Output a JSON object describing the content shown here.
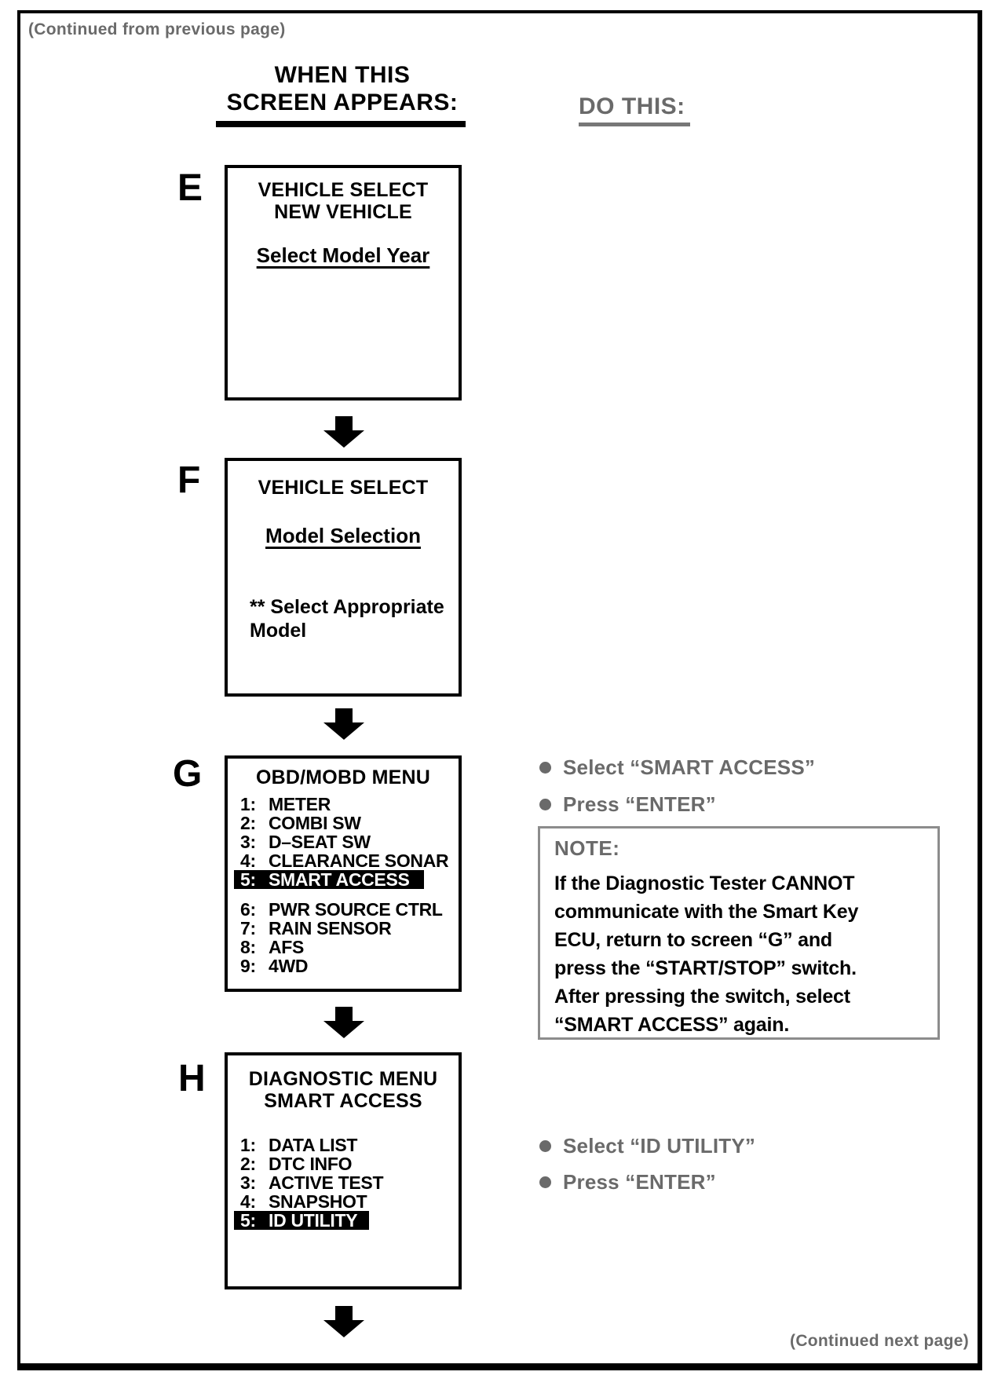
{
  "page": {
    "continued_from": "(Continued from previous page)",
    "continued_next": "(Continued next page)"
  },
  "headers": {
    "left_line1": "WHEN THIS",
    "left_line2": "SCREEN APPEARS:",
    "right": "DO THIS:"
  },
  "screens": {
    "e": {
      "letter": "E",
      "title1": "VEHICLE SELECT",
      "title2": "NEW VEHICLE",
      "link": "Select Model Year"
    },
    "f": {
      "letter": "F",
      "title1": "VEHICLE SELECT",
      "link": "Model Selection",
      "note_line1": "** Select Appropriate",
      "note_line2": "Model"
    },
    "g": {
      "letter": "G",
      "title1": "OBD/MOBD MENU",
      "menu": [
        {
          "num": "1:",
          "label": "METER",
          "highlighted": false
        },
        {
          "num": "2:",
          "label": "COMBI SW",
          "highlighted": false
        },
        {
          "num": "3:",
          "label": "D–SEAT SW",
          "highlighted": false
        },
        {
          "num": "4:",
          "label": "CLEARANCE SONAR",
          "highlighted": false
        },
        {
          "num": "5:",
          "label": "SMART ACCESS",
          "highlighted": true
        },
        {
          "num": "6:",
          "label": "PWR SOURCE CTRL",
          "highlighted": false
        },
        {
          "num": "7:",
          "label": "RAIN SENSOR",
          "highlighted": false
        },
        {
          "num": "8:",
          "label": "AFS",
          "highlighted": false
        },
        {
          "num": "9:",
          "label": "4WD",
          "highlighted": false
        }
      ]
    },
    "h": {
      "letter": "H",
      "title1": "DIAGNOSTIC MENU",
      "title2": "SMART ACCESS",
      "menu": [
        {
          "num": "1:",
          "label": "DATA LIST",
          "highlighted": false
        },
        {
          "num": "2:",
          "label": "DTC INFO",
          "highlighted": false
        },
        {
          "num": "3:",
          "label": "ACTIVE TEST",
          "highlighted": false
        },
        {
          "num": "4:",
          "label": "SNAPSHOT",
          "highlighted": false
        },
        {
          "num": "5:",
          "label": "ID UTILITY",
          "highlighted": true
        }
      ]
    }
  },
  "instructions": {
    "g1": "Select  “SMART ACCESS”",
    "g2": "Press  “ENTER”",
    "h1": "Select “ID UTILITY”",
    "h2": "Press  “ENTER”"
  },
  "note_box": {
    "label": "NOTE:",
    "lines": [
      "If the Diagnostic Tester CANNOT",
      "communicate with the Smart Key",
      "ECU, return to screen “G” and",
      "press the “START/STOP” switch.",
      "After pressing the switch, select",
      "“SMART ACCESS” again."
    ]
  },
  "icons": {
    "down_arrow": "▼ flow arrow",
    "bullet": "•"
  },
  "colors": {
    "gray_text": "#6a6a6a",
    "note_border": "#8c8c8c",
    "highlight_bg": "#000000",
    "highlight_fg": "#ffffff"
  }
}
